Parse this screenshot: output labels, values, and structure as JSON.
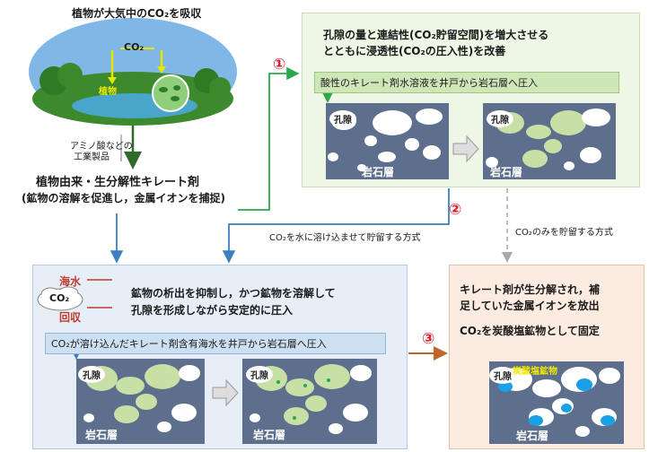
{
  "top_left": {
    "title": "植物が大気中のCO₂を吸収",
    "co2": "CO₂",
    "plant": "植物",
    "amino_line1": "アミノ酸などの",
    "amino_line2": "工業製品",
    "agent_line1": "植物由来・生分解性キレート剤",
    "agent_line2": "(鉱物の溶解を促進し，金属イオンを捕捉)"
  },
  "step1": {
    "number": "①",
    "heading_line1": "孔隙の量と連結性(CO₂貯留空間)を増大させる",
    "heading_line2": "とともに浸透性(CO₂の圧入性)を改善",
    "banner": "酸性のキレート剤水溶液を井戸から岩石層へ圧入",
    "pore_label": "孔隙",
    "rock_label": "岩石層"
  },
  "step2": {
    "number": "②",
    "arrow_label": "CO₂を水に溶け込ませて貯留する方式",
    "alt_label": "CO₂のみを貯留する方式"
  },
  "bottom_left": {
    "seawater": "海水",
    "co2": "CO₂",
    "recovery": "回収",
    "heading_line1": "鉱物の析出を抑制し，かつ鉱物を溶解して",
    "heading_line2": "孔隙を形成しながら安定的に圧入",
    "banner": "CO₂が溶け込んだキレート剤含有海水を井戸から岩石層へ圧入",
    "pore_label": "孔隙",
    "rock_label": "岩石層"
  },
  "step3": {
    "number": "③",
    "heading_line1": "キレート剤が生分解され，補",
    "heading_line2": "足していた金属イオンを放出",
    "heading_line3": "CO₂を炭酸塩鉱物として固定",
    "pore_label": "孔隙",
    "carbonate_label": "炭酸塩鉱物",
    "rock_label": "岩石層"
  },
  "colors": {
    "green_arrow": "#2aa84a",
    "blue_arrow": "#3a7fbf",
    "brown_arrow": "#c0662a",
    "gray_arrow": "#aaaaaa",
    "rock": "#5d6f8c",
    "pore_green": "#c8e0a6",
    "carbonate": "#19a0e6"
  }
}
